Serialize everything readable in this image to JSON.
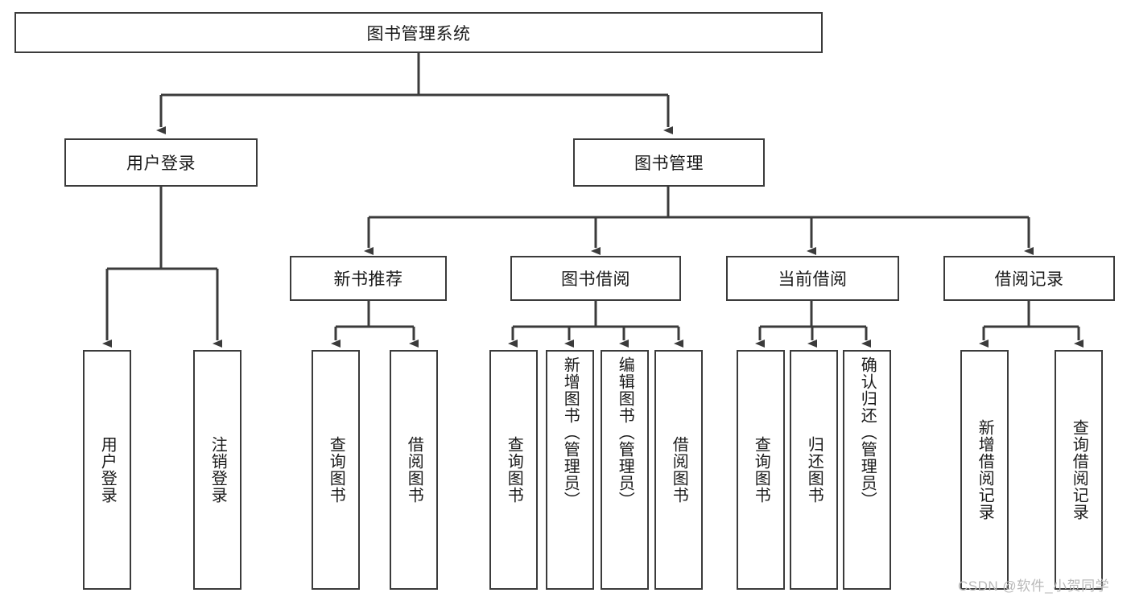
{
  "diagram": {
    "type": "tree",
    "title": "图书管理系统",
    "root": {
      "label": "图书管理系统"
    },
    "level2": [
      {
        "label": "用户登录"
      },
      {
        "label": "图书管理"
      }
    ],
    "level3": [
      {
        "label": "新书推荐"
      },
      {
        "label": "图书借阅"
      },
      {
        "label": "当前借阅"
      },
      {
        "label": "借阅记录"
      }
    ],
    "leaves": {
      "user_login": [
        {
          "label": "用户登录"
        },
        {
          "label": "注销登录"
        }
      ],
      "new_book_recommend": [
        {
          "label": "查询图书"
        },
        {
          "label": "借阅图书"
        }
      ],
      "book_borrow": [
        {
          "label": "查询图书"
        },
        {
          "label": "新增图书（管理员）"
        },
        {
          "label": "编辑图书（管理员）"
        },
        {
          "label": "借阅图书"
        }
      ],
      "current_borrow": [
        {
          "label": "查询图书"
        },
        {
          "label": "归还图书"
        },
        {
          "label": "确认归还（管理员）"
        }
      ],
      "borrow_record": [
        {
          "label": "新增借阅记录"
        },
        {
          "label": "查询借阅记录"
        }
      ]
    }
  },
  "watermark": {
    "text": "CSDN @软件_小贺同学"
  },
  "colors": {
    "stroke": "#3b3b3b",
    "text": "#1a1a1a",
    "background": "#ffffff",
    "watermark": "#b9b9b9"
  }
}
